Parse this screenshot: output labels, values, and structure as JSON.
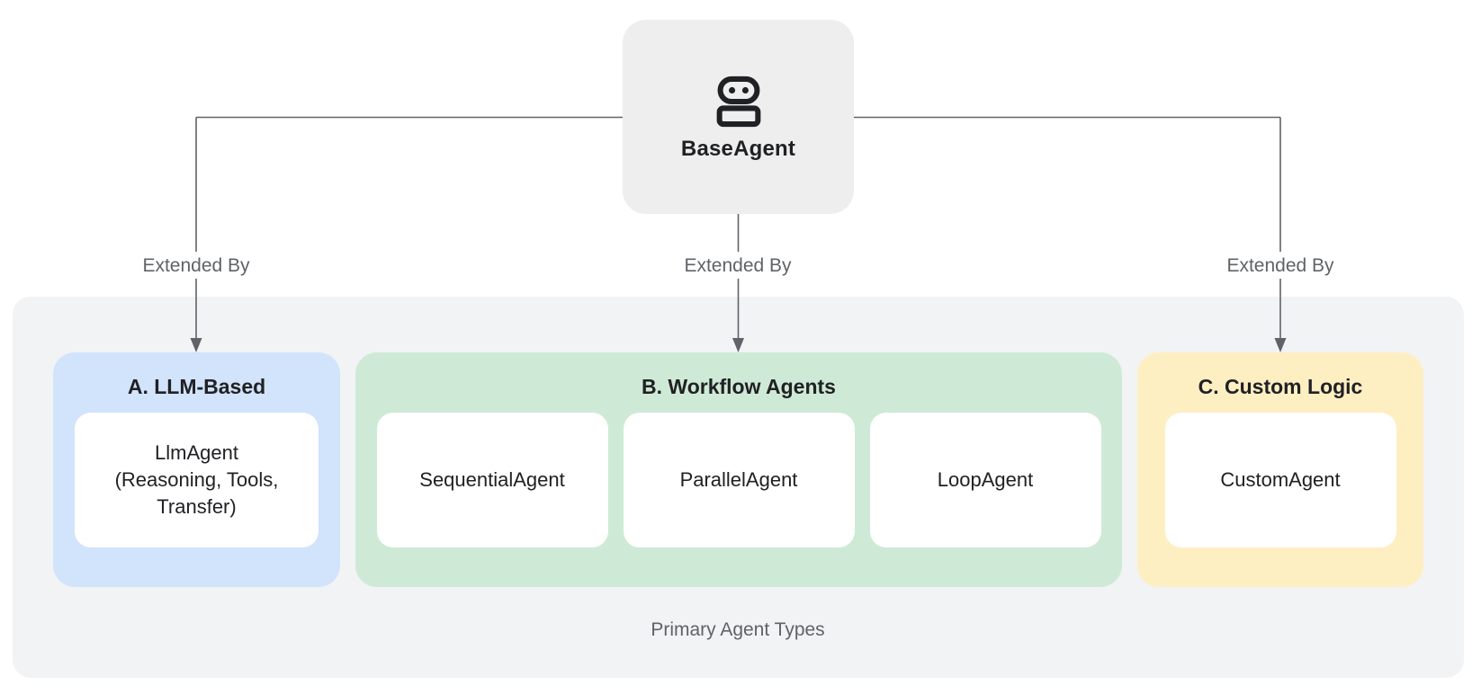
{
  "diagram": {
    "root": {
      "label": "BaseAgent",
      "icon": "robot-icon",
      "bg": "#eeeeee"
    },
    "connectors": [
      {
        "label": "Extended By"
      },
      {
        "label": "Extended By"
      },
      {
        "label": "Extended By"
      }
    ],
    "container": {
      "caption": "Primary Agent Types",
      "bg": "#f1f3f4"
    },
    "groups": [
      {
        "title": "A. LLM-Based",
        "bg": "#d2e3fc",
        "items": [
          {
            "label": "LlmAgent (Reasoning, Tools, Transfer)",
            "lines": [
              "LlmAgent",
              "(Reasoning, Tools,",
              "Transfer)"
            ]
          }
        ]
      },
      {
        "title": "B. Workflow Agents",
        "bg": "#ceead6",
        "items": [
          {
            "label": "SequentialAgent"
          },
          {
            "label": "ParallelAgent"
          },
          {
            "label": "LoopAgent"
          }
        ]
      },
      {
        "title": "C. Custom Logic",
        "bg": "#feefc3",
        "items": [
          {
            "label": "CustomAgent"
          }
        ]
      }
    ],
    "colors": {
      "line": "#5f6368",
      "text_primary": "#202124",
      "text_secondary": "#5f6368",
      "card_bg": "#ffffff"
    }
  }
}
